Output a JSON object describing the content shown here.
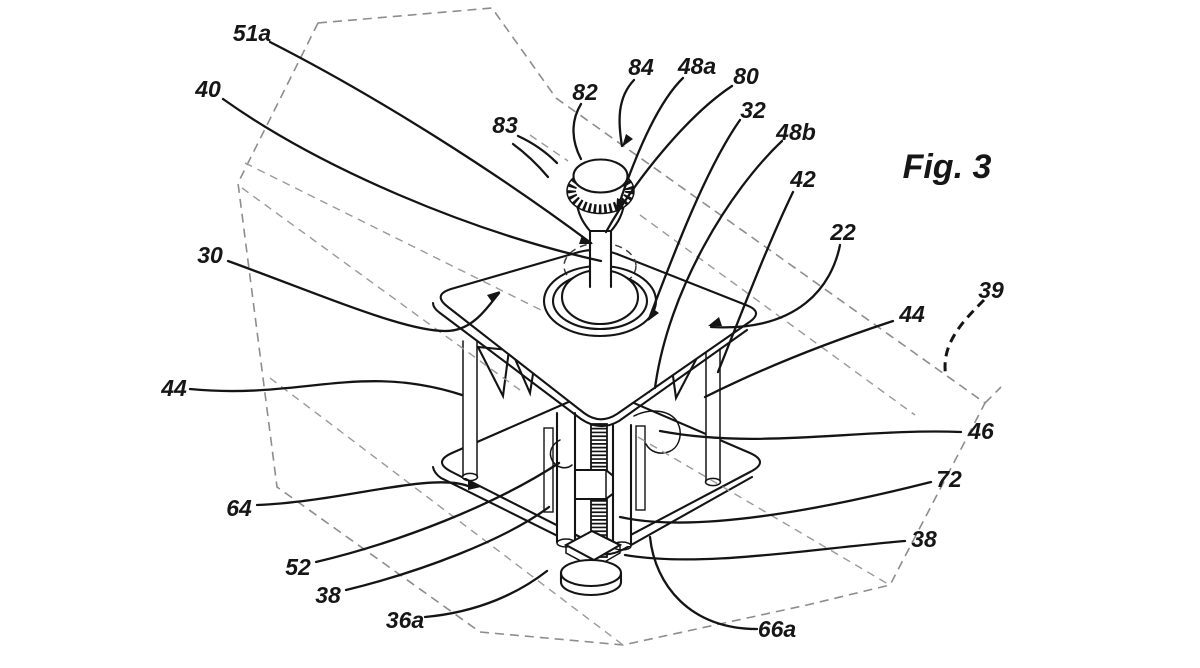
{
  "figure": {
    "caption": "Fig. 3"
  },
  "labels": [
    {
      "ref": "51a",
      "text": "51a"
    },
    {
      "ref": "40",
      "text": "40"
    },
    {
      "ref": "30",
      "text": "30"
    },
    {
      "ref": "83",
      "text": "83"
    },
    {
      "ref": "82",
      "text": "82"
    },
    {
      "ref": "84",
      "text": "84"
    },
    {
      "ref": "48a",
      "text": "48a"
    },
    {
      "ref": "80",
      "text": "80"
    },
    {
      "ref": "32",
      "text": "32"
    },
    {
      "ref": "48b",
      "text": "48b"
    },
    {
      "ref": "42",
      "text": "42"
    },
    {
      "ref": "22",
      "text": "22"
    },
    {
      "ref": "39",
      "text": "39"
    },
    {
      "ref": "44",
      "text": "44"
    },
    {
      "ref": "46",
      "text": "46"
    },
    {
      "ref": "72",
      "text": "72"
    },
    {
      "ref": "38",
      "text": "38"
    },
    {
      "ref": "66a",
      "text": "66a"
    },
    {
      "ref": "44",
      "text": "44"
    },
    {
      "ref": "64",
      "text": "64"
    },
    {
      "ref": "52",
      "text": "52"
    },
    {
      "ref": "38",
      "text": "38"
    },
    {
      "ref": "36a",
      "text": "36a"
    }
  ]
}
